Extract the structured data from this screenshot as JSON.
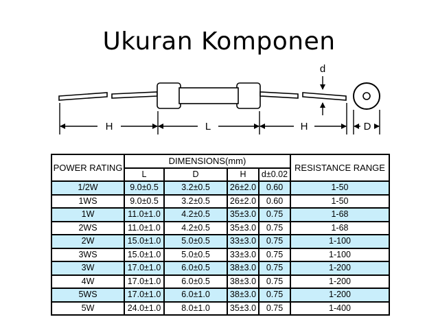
{
  "slide": {
    "title": "Ukuran Komponen"
  },
  "diagram": {
    "labels": {
      "d": "d",
      "H_left": "H",
      "L": "L",
      "H_right": "H",
      "D": "D"
    }
  },
  "table": {
    "col_power": "POWER RATING",
    "col_dimensions": "DIMENSIONS(mm)",
    "col_resistance": "RESISTANCE RANGE",
    "sub_L": "L",
    "sub_D": "D",
    "sub_H": "H",
    "sub_d": "d±0.02",
    "rows": [
      {
        "power": "1/2W",
        "L": "9.0±0.5",
        "D": "3.2±0.5",
        "H": "26±2.0",
        "d": "0.60",
        "range": "1-50"
      },
      {
        "power": "1WS",
        "L": "9.0±0.5",
        "D": "3.2±0.5",
        "H": "26±2.0",
        "d": "0.60",
        "range": "1-50"
      },
      {
        "power": "1W",
        "L": "11.0±1.0",
        "D": "4.2±0.5",
        "H": "35±3.0",
        "d": "0.75",
        "range": "1-68"
      },
      {
        "power": "2WS",
        "L": "11.0±1.0",
        "D": "4.2±0.5",
        "H": "35±3.0",
        "d": "0.75",
        "range": "1-68"
      },
      {
        "power": "2W",
        "L": "15.0±1.0",
        "D": "5.0±0.5",
        "H": "33±3.0",
        "d": "0.75",
        "range": "1-100"
      },
      {
        "power": "3WS",
        "L": "15.0±1.0",
        "D": "5.0±0.5",
        "H": "33±3.0",
        "d": "0.75",
        "range": "1-100"
      },
      {
        "power": "3W",
        "L": "17.0±1.0",
        "D": "6.0±0.5",
        "H": "38±3.0",
        "d": "0.75",
        "range": "1-200"
      },
      {
        "power": "4W",
        "L": "17.0±1.0",
        "D": "6.0±0.5",
        "H": "38±3.0",
        "d": "0.75",
        "range": "1-200"
      },
      {
        "power": "5WS",
        "L": "17.0±1.0",
        "D": "6.0±1.0",
        "H": "38±3.0",
        "d": "0.75",
        "range": "1-200"
      },
      {
        "power": "5W",
        "L": "24.0±1.0",
        "D": "8.0±1.0",
        "H": "35±3.0",
        "d": "0.75",
        "range": "1-400"
      }
    ]
  }
}
